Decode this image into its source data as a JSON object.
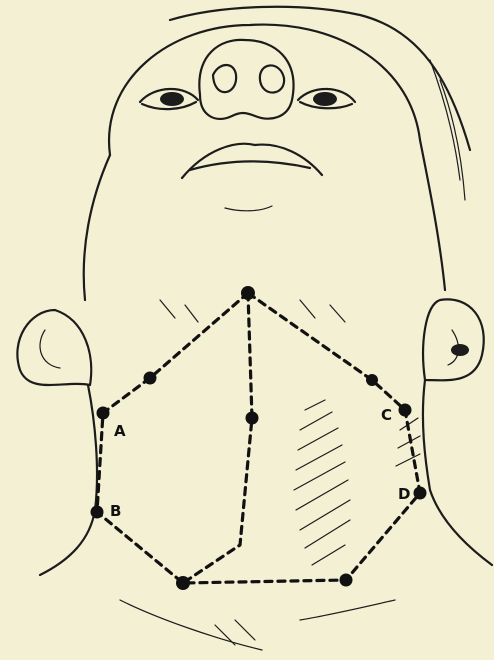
{
  "figure": {
    "labels": {
      "a": "A",
      "b": "B",
      "c": "C",
      "d": "D"
    },
    "points": [
      "chin",
      "a",
      "b",
      "c",
      "d",
      "mid-upper",
      "mid-lower",
      "bottom-left",
      "bottom-right"
    ]
  }
}
